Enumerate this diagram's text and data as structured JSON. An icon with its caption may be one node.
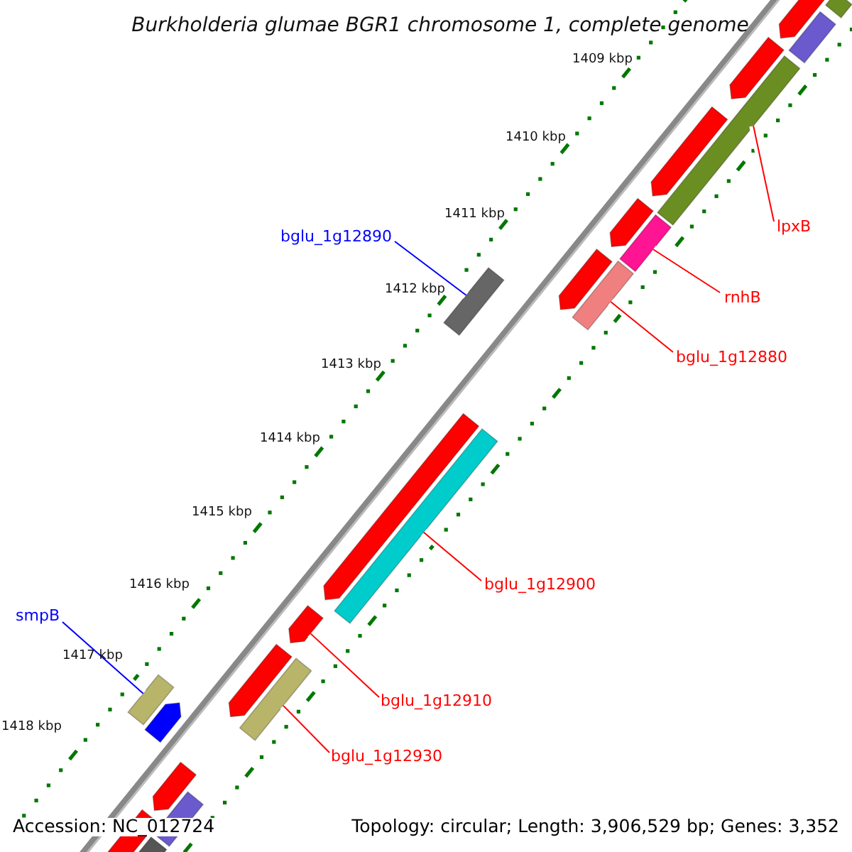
{
  "diagram": {
    "title": "Burkholderia glumae BGR1 chromosome 1, complete genome",
    "nodes": [
      {
        "text": [
          "lpxB"
        ]
      },
      {
        "text": [],
        "shape": "bar"
      },
      {
        "text": [
          "rnhB"
        ]
      },
      {
        "text": [],
        "shape": "bar"
      },
      {
        "text": [
          "bglu_1g12880"
        ]
      },
      {
        "text": [],
        "shape": "bar"
      },
      {
        "text": [
          "bglu_1g12890"
        ]
      },
      {
        "text": [],
        "shape": "bar"
      },
      {
        "text": [
          "bglu_1g12900"
        ]
      },
      {
        "text": [],
        "shape": "bar"
      },
      {
        "text": [
          "smpB"
        ]
      },
      {
        "text": [],
        "shape": "bar"
      },
      {
        "text": [
          "bglu_1g12910"
        ]
      },
      {
        "text": [],
        "shape": "bar"
      },
      {
        "text": [
          "bglu_1g12930"
        ]
      },
      {
        "text": [],
        "shape": "bar"
      }
    ],
    "edges": [
      {
        "from": 0,
        "to": 1,
        "arrow": "none"
      },
      {
        "from": 2,
        "to": 3,
        "arrow": "none"
      },
      {
        "from": 4,
        "to": 5,
        "arrow": "none"
      },
      {
        "from": 6,
        "to": 7,
        "arrow": "none",
        "color": "#0000ff"
      },
      {
        "from": 8,
        "to": 9,
        "arrow": "none"
      },
      {
        "from": 10,
        "to": 11,
        "arrow": "none",
        "color": "#0000ff"
      },
      {
        "from": 12,
        "to": 13,
        "arrow": "none"
      },
      {
        "from": 14,
        "to": 15,
        "arrow": "none"
      }
    ],
    "labels": [
      "1409 kbp",
      "1410 kbp",
      "1411 kbp",
      "1412 kbp",
      "1413 kbp",
      "1414 kbp",
      "1415 kbp",
      "1416 kbp",
      "1417 kbp",
      "1418 kbp",
      "Accession: NC_012724",
      "Topology: circular; Length: 3,906,529 bp; Genes: 3,352"
    ]
  }
}
